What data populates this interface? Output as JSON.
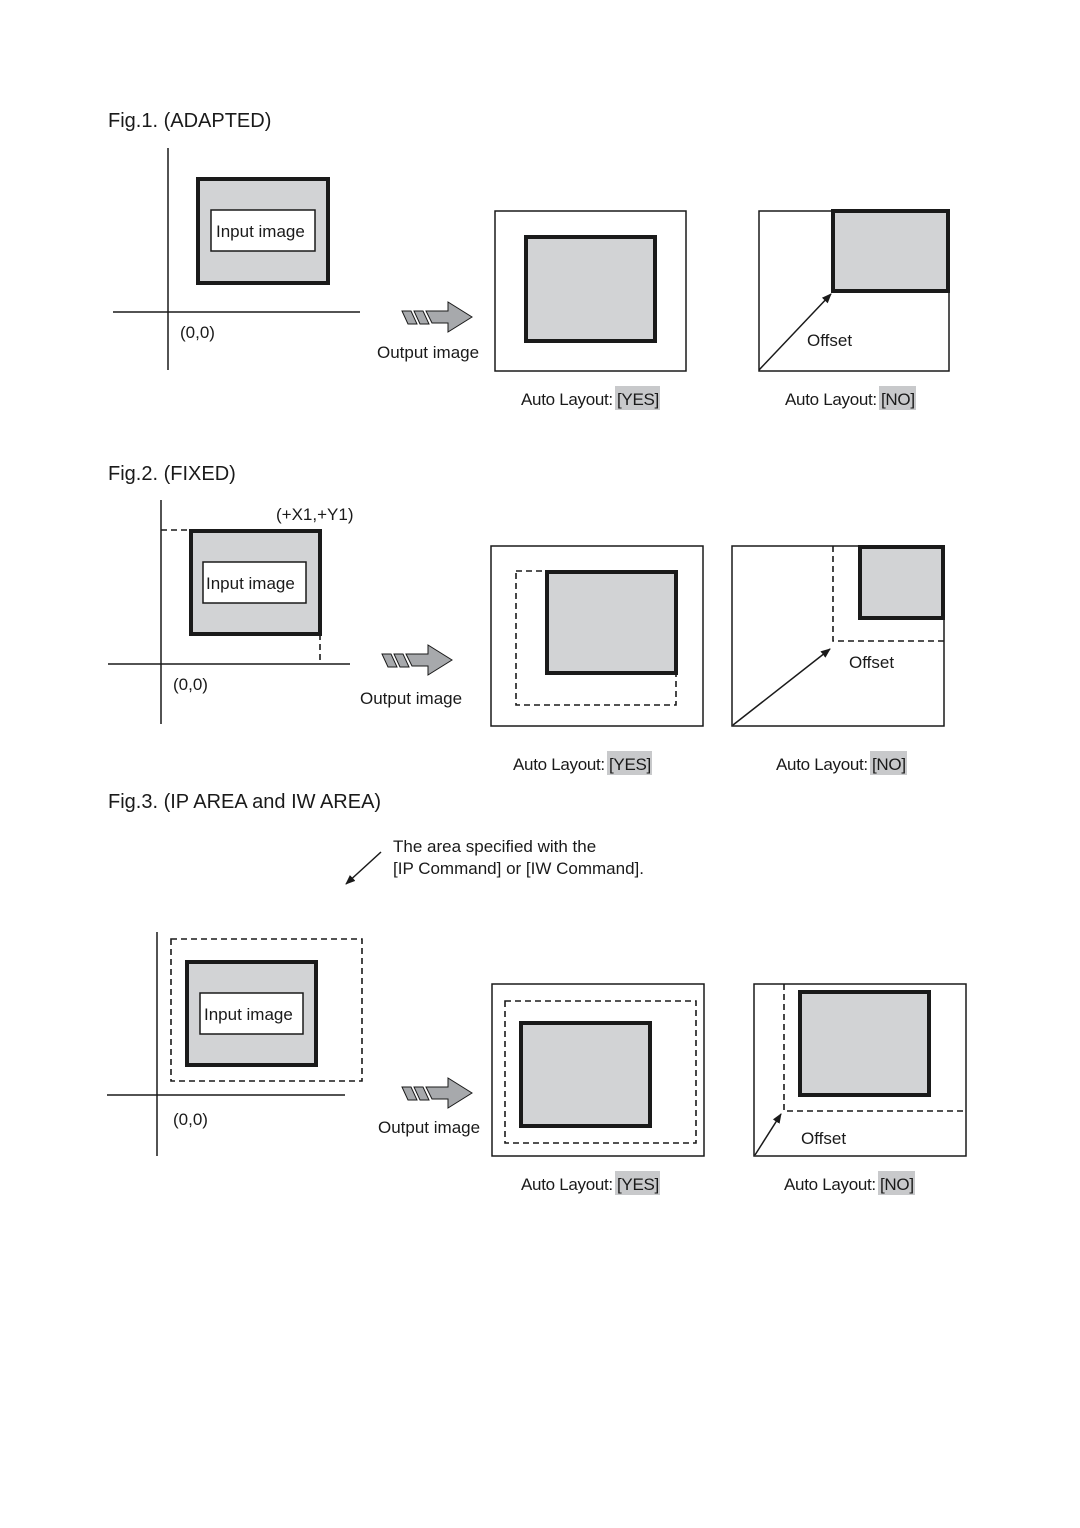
{
  "figures": [
    {
      "title": "Fig.1. (ADAPTED)",
      "input_label": "Input image",
      "origin_label": "(0,0)",
      "output_label": "Output image",
      "offset_label": "Offset",
      "caption_prefix": "Auto Layout: ",
      "yes_label": "[YES]",
      "no_label": "[NO]"
    },
    {
      "title": "Fig.2. (FIXED)",
      "coord_label": "(+X1,+Y1)",
      "input_label": "Input image",
      "origin_label": "(0,0)",
      "output_label": "Output image",
      "offset_label": "Offset",
      "caption_prefix": "Auto Layout: ",
      "yes_label": "[YES]",
      "no_label": "[NO]"
    },
    {
      "title": "Fig.3. (IP AREA and IW AREA)",
      "note_line1": "The area specified with the",
      "note_line2": "[IP Command] or [IW Command].",
      "input_label": "Input image",
      "origin_label": "(0,0)",
      "output_label": "Output image",
      "offset_label": "Offset",
      "caption_prefix": "Auto Layout: ",
      "yes_label": "[YES]",
      "no_label": "[NO]"
    }
  ],
  "colors": {
    "image_fill": "#d2d3d5",
    "highlight": "#c8c9cb",
    "arrow_fill": "#a7a9ac",
    "ink": "#1a1a1a"
  }
}
